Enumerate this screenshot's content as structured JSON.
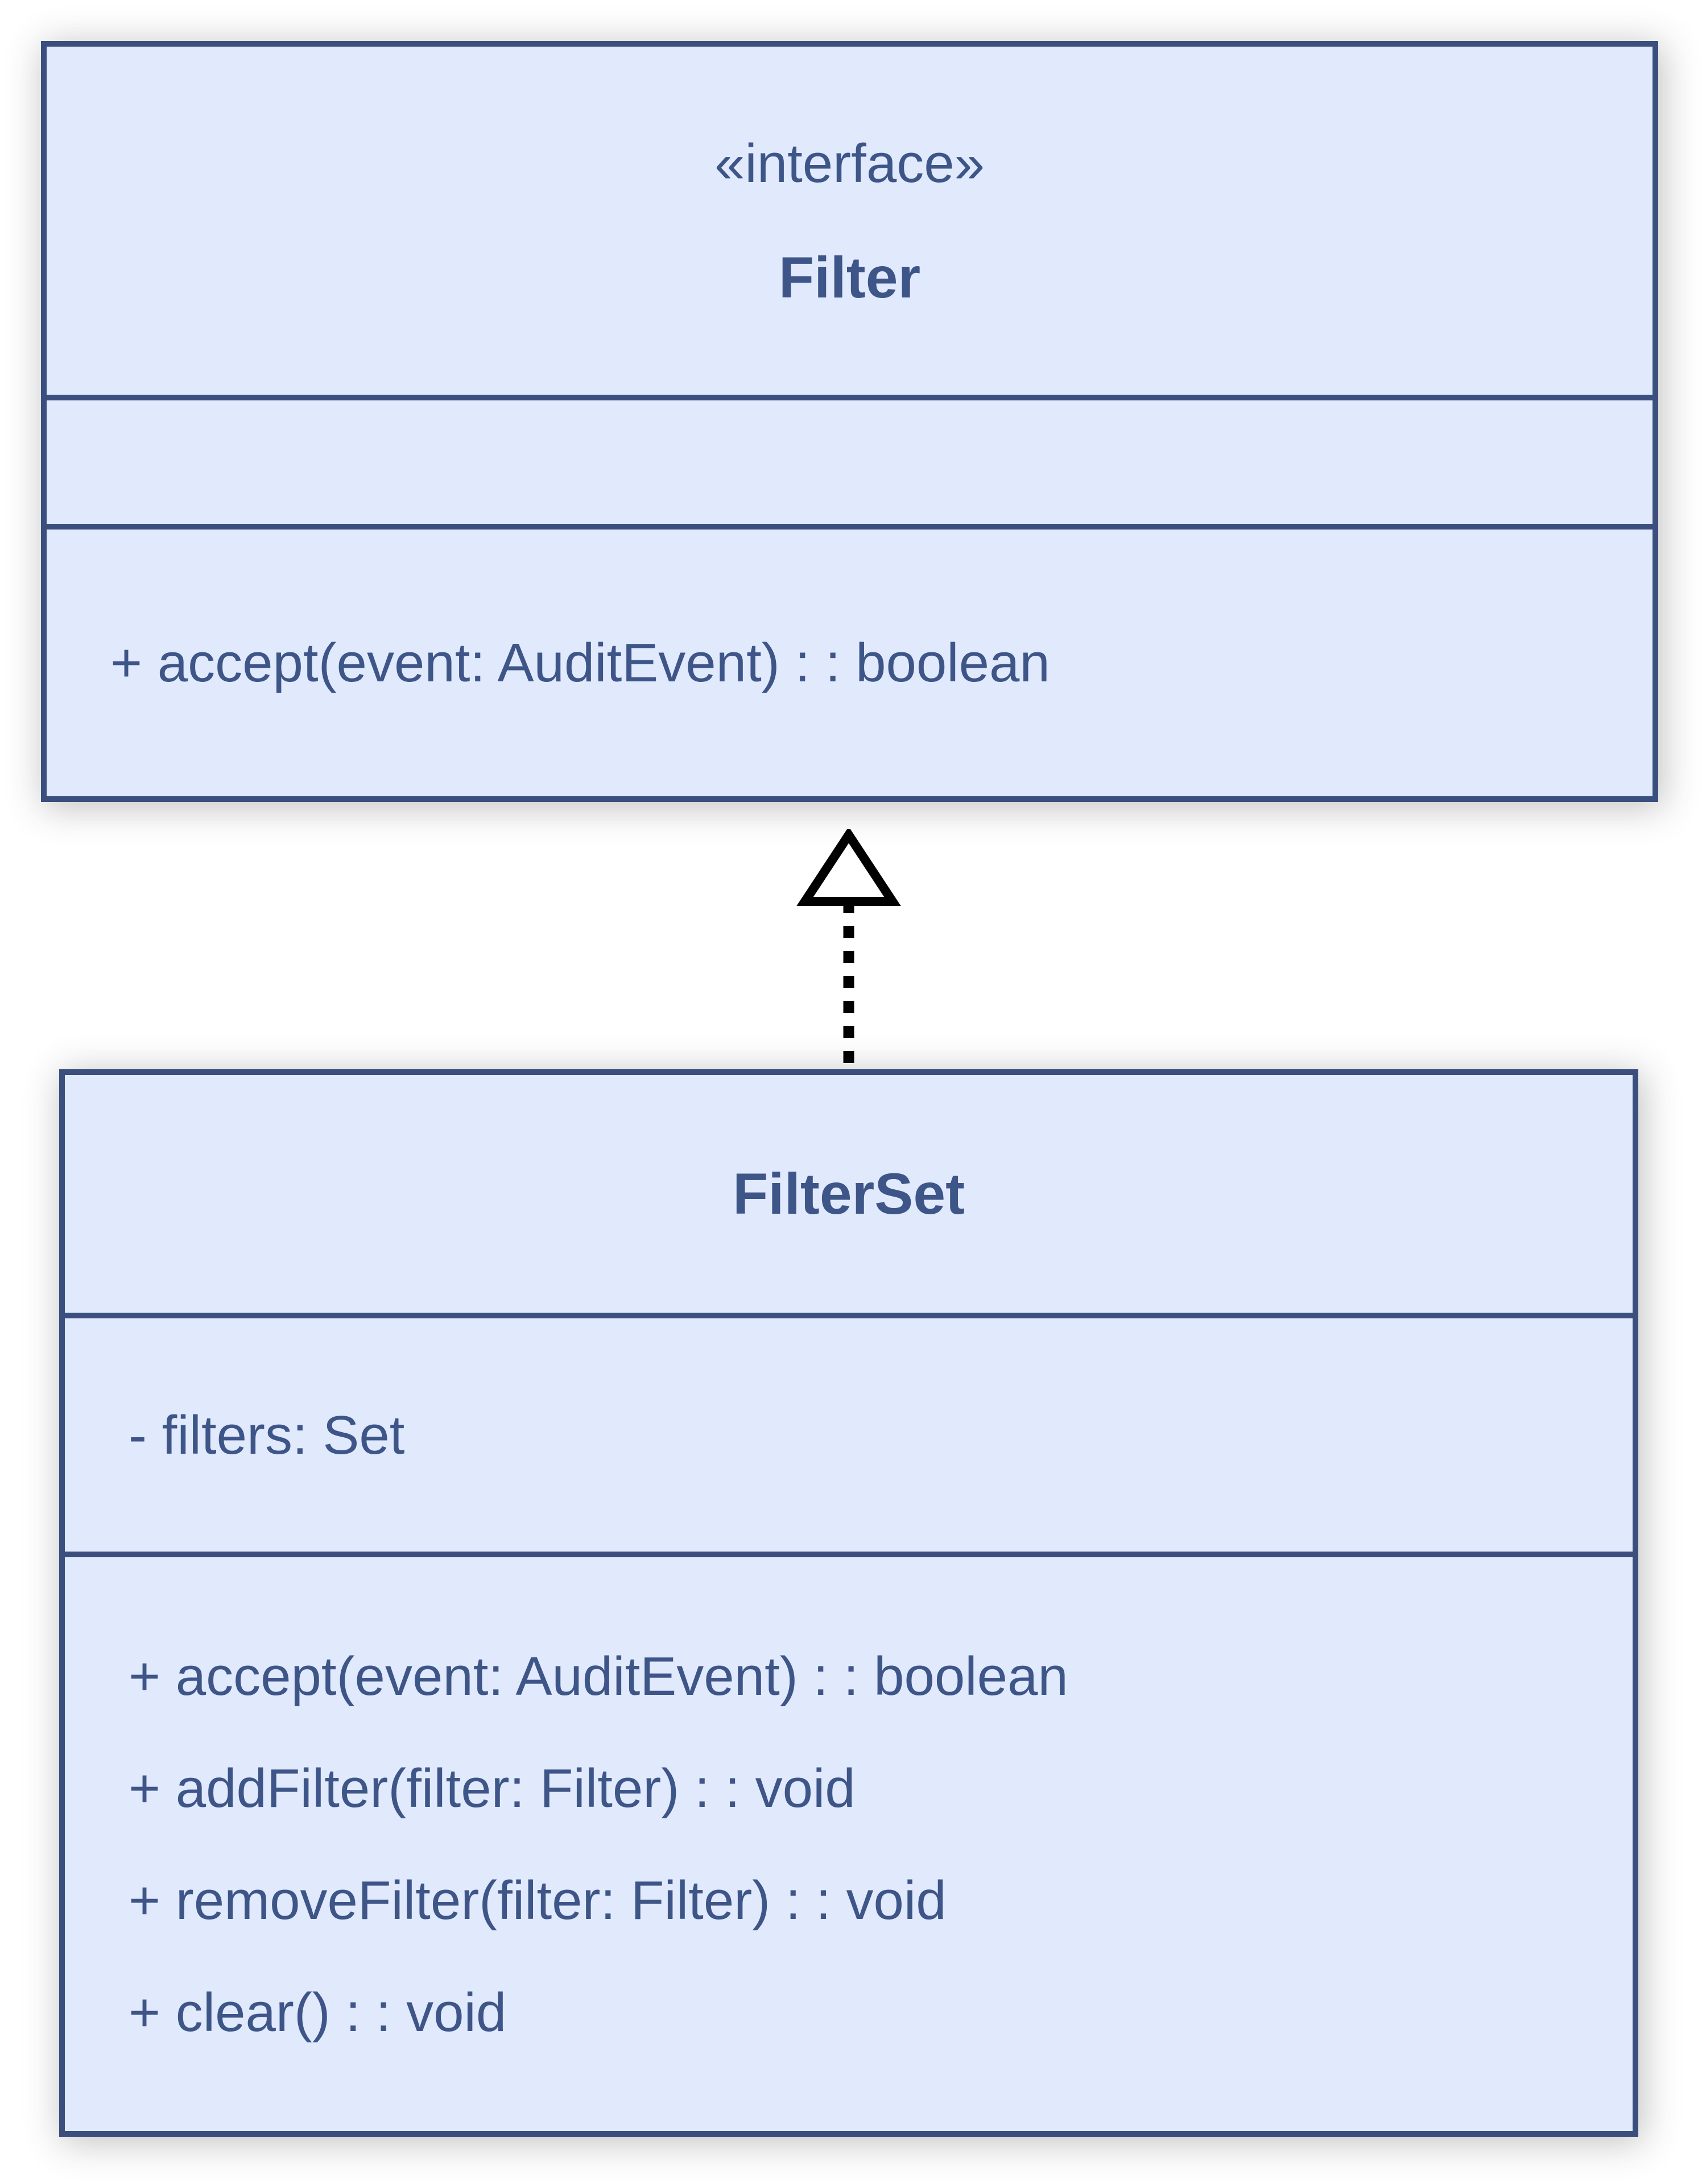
{
  "diagram": {
    "type": "uml-class-diagram",
    "interface": {
      "stereotype": "«interface»",
      "name": "Filter",
      "attributes": [],
      "methods": [
        "+ accept(event: AuditEvent) : : boolean"
      ]
    },
    "class": {
      "name": "FilterSet",
      "attributes": [
        "- filters: Set"
      ],
      "methods": [
        "+ accept(event: AuditEvent) : : boolean",
        "+ addFilter(filter: Filter) : : void",
        "+ removeFilter(filter: Filter) : : void",
        "+ clear() : : void"
      ]
    },
    "relationship": {
      "type": "realization",
      "from": "FilterSet",
      "to": "Filter",
      "line_style": "dashed",
      "arrow_head": "hollow-triangle"
    },
    "colors": {
      "box_fill": "#e1e9fc",
      "box_border": "#3a4f7d",
      "text": "#3e5588",
      "arrow": "#000000",
      "background": "#ffffff"
    }
  }
}
